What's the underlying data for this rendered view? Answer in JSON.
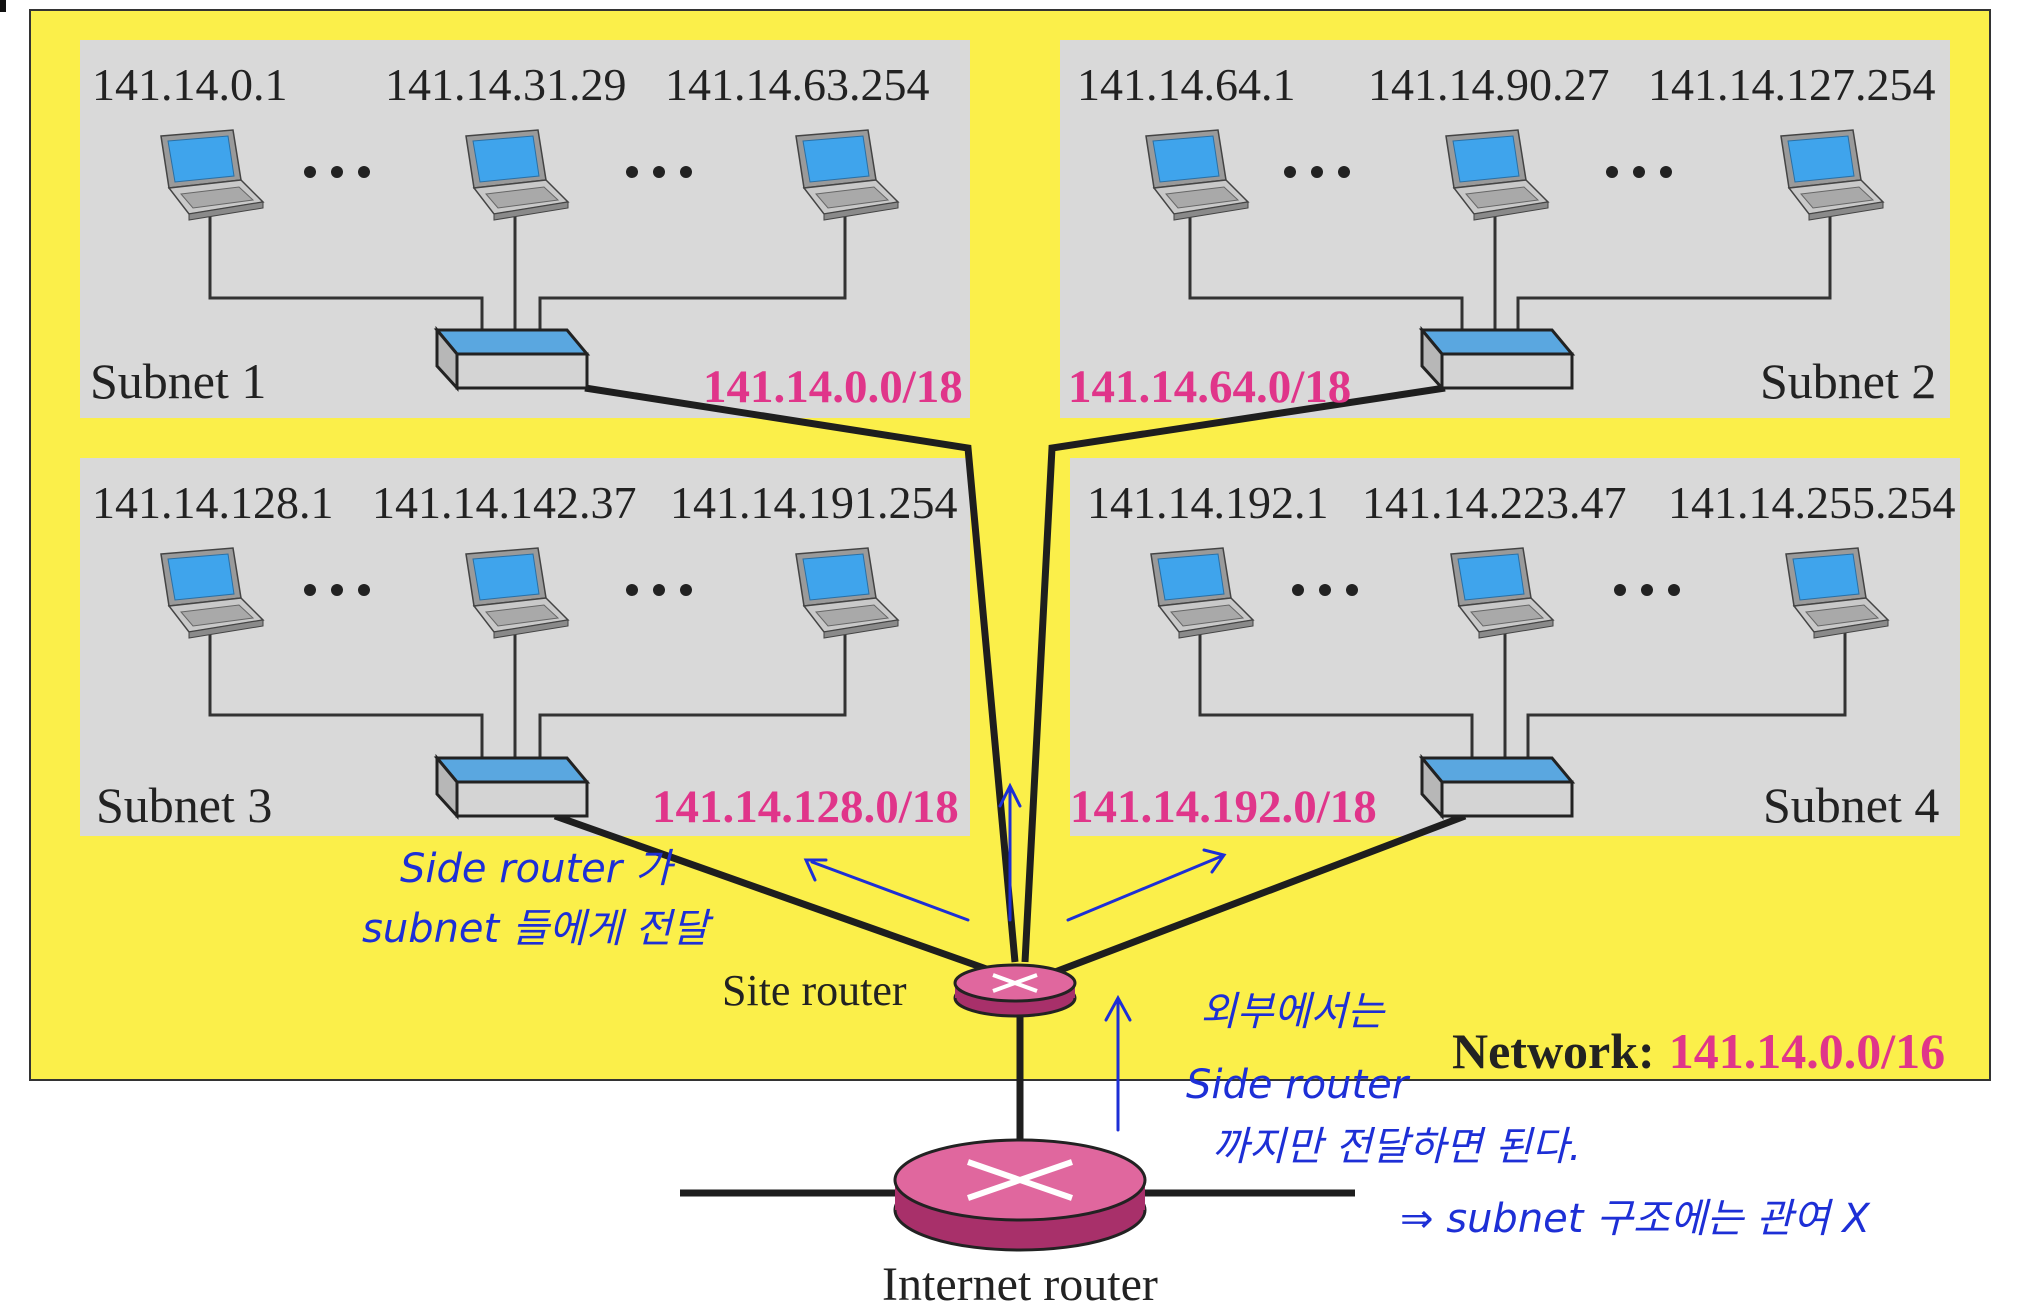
{
  "network": {
    "label": "Network:",
    "address": "141.14.0.0/16"
  },
  "site_router_label": "Site router",
  "internet_router_label": "Internet router",
  "subnets": [
    {
      "name": "Subnet 1",
      "prefix": "141.14.0.0/18",
      "hosts": [
        "141.14.0.1",
        "141.14.31.29",
        "141.14.63.254"
      ]
    },
    {
      "name": "Subnet 2",
      "prefix": "141.14.64.0/18",
      "hosts": [
        "141.14.64.1",
        "141.14.90.27",
        "141.14.127.254"
      ]
    },
    {
      "name": "Subnet 3",
      "prefix": "141.14.128.0/18",
      "hosts": [
        "141.14.128.1",
        "141.14.142.37",
        "141.14.191.254"
      ]
    },
    {
      "name": "Subnet 4",
      "prefix": "141.14.192.0/18",
      "hosts": [
        "141.14.192.1",
        "141.14.223.47",
        "141.14.255.254"
      ]
    }
  ],
  "annotations": {
    "left_line1": "Side router 가",
    "left_line2": "subnet 들에게 전달",
    "right_line1": "외부에서는",
    "right_line2": "Side router",
    "right_line3": "까지만 전달하면 된다.",
    "right_line4": "⇒ subnet 구조에는 관여 X"
  },
  "colors": {
    "background": "#fbef4a",
    "subnet_panel": "#d9d9d9",
    "prefix_text": "#e0358a",
    "router": "#e0679e",
    "switch_top": "#5aa7e0",
    "annotation": "#1d2fd6"
  }
}
